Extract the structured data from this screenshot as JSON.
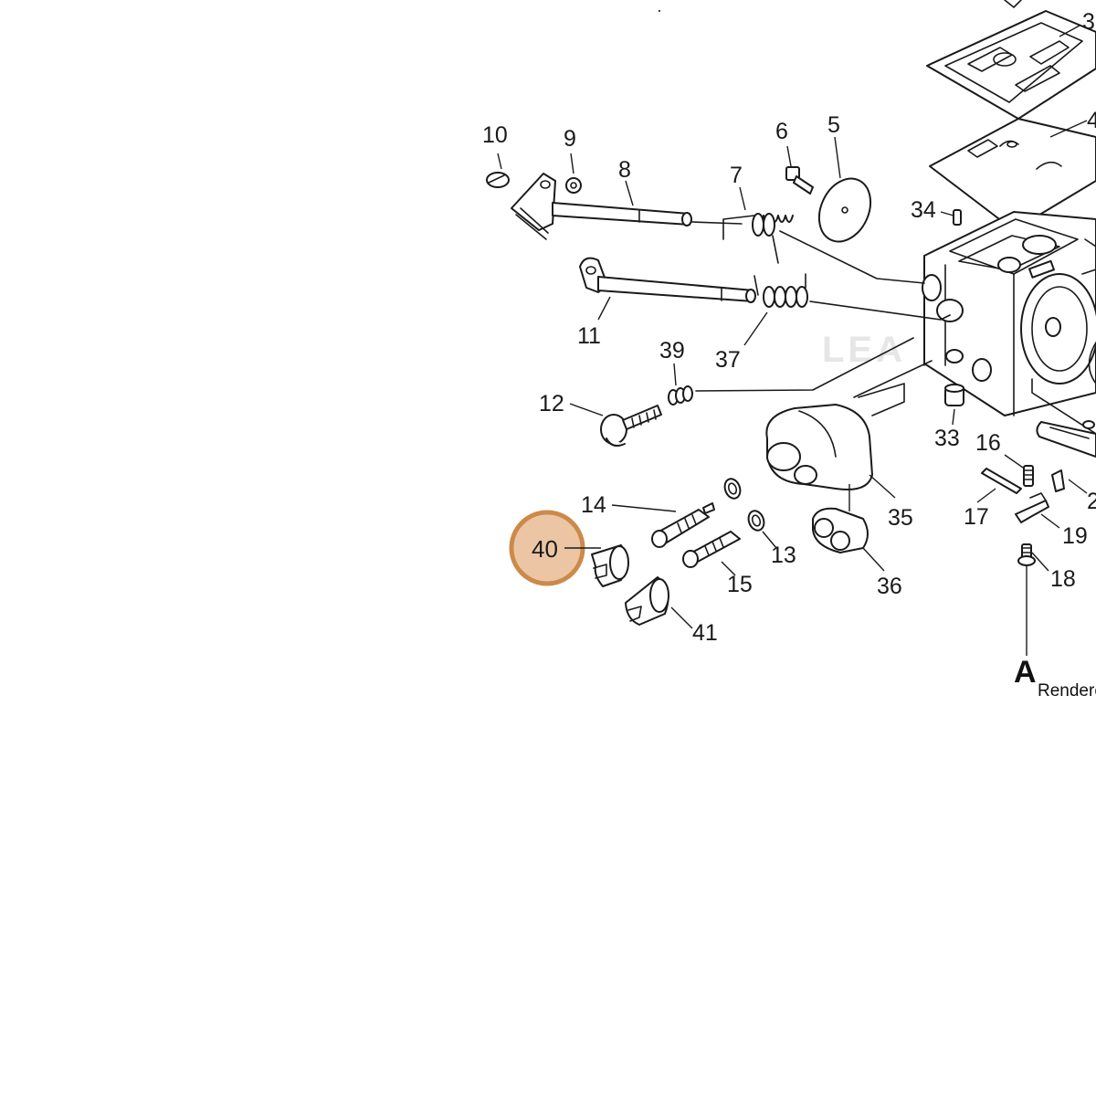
{
  "diagram": {
    "watermark": "LEA",
    "view_marker": "A",
    "view_caption": "Rendere",
    "highlighted_part": "40",
    "highlight_color": "#ecc6a4",
    "highlight_border": "#cc8a4a",
    "part_labels": {
      "p3": "3",
      "p4": "4",
      "p5": "5",
      "p6": "6",
      "p7": "7",
      "p8": "8",
      "p9": "9",
      "p10": "10",
      "p11": "11",
      "p12": "12",
      "p13": "13",
      "p14": "14",
      "p15": "15",
      "p16": "16",
      "p17": "17",
      "p18": "18",
      "p19": "19",
      "p2": "2",
      "p33": "33",
      "p34": "34",
      "p35": "35",
      "p36": "36",
      "p37": "37",
      "p39": "39",
      "p41": "41"
    }
  }
}
